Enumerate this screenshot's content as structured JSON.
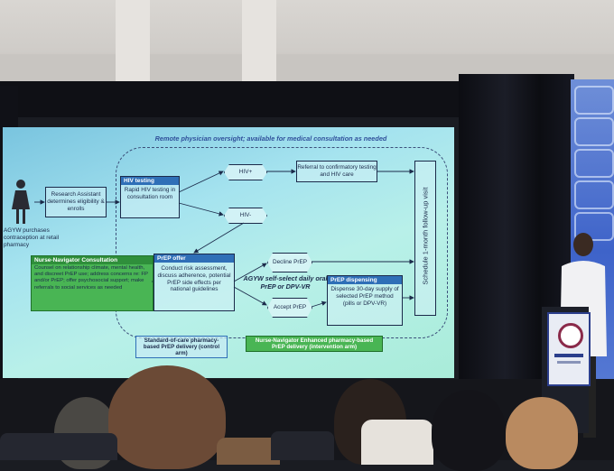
{
  "slide": {
    "top_note": "Remote physician oversight; available for medical consultation as needed",
    "agyw_label": "AGYW purchases contraception at retail pharmacy",
    "research_assistant": "Research Assistant determines eligibility & enrolls",
    "hiv_testing_header": "HIV testing",
    "hiv_testing_body": "Rapid HIV testing in consultation room",
    "hiv_pos": "HIV+",
    "hiv_neg": "HIV-",
    "referral": "Referral to confirmatory testing and HIV care",
    "followup": "Schedule 1-month follow-up visit",
    "nurse_header": "Nurse-Navigator Consultation",
    "nurse_body": "Counsel on relationship climate, mental health, and discreet PrEP use; address concerns re: FP and/or PrEP; offer psychosocial support; make referrals to social services as needed",
    "prep_offer_header": "PrEP offer",
    "prep_offer_body": "Conduct risk assessment, discuss adherence, potential PrEP side effects per national guidelines",
    "self_select": "AGYW self-select daily oral PrEP or DPV-VR",
    "decline": "Decline PrEP",
    "accept": "Accept PrEP",
    "dispensing_header": "PrEP dispensing",
    "dispensing_body": "Dispense 30-day supply of selected PrEP method (pills or DPV-VR)",
    "legend_control": "Standard-of-care pharmacy-based PrEP delivery (control arm)",
    "legend_intervention": "Nurse-Navigator Enhanced pharmacy-based PrEP delivery (intervention arm)"
  },
  "colors": {
    "navy": "#1b2a4a",
    "blue_header": "#2f6fb7",
    "green_header": "#3aa64a"
  }
}
